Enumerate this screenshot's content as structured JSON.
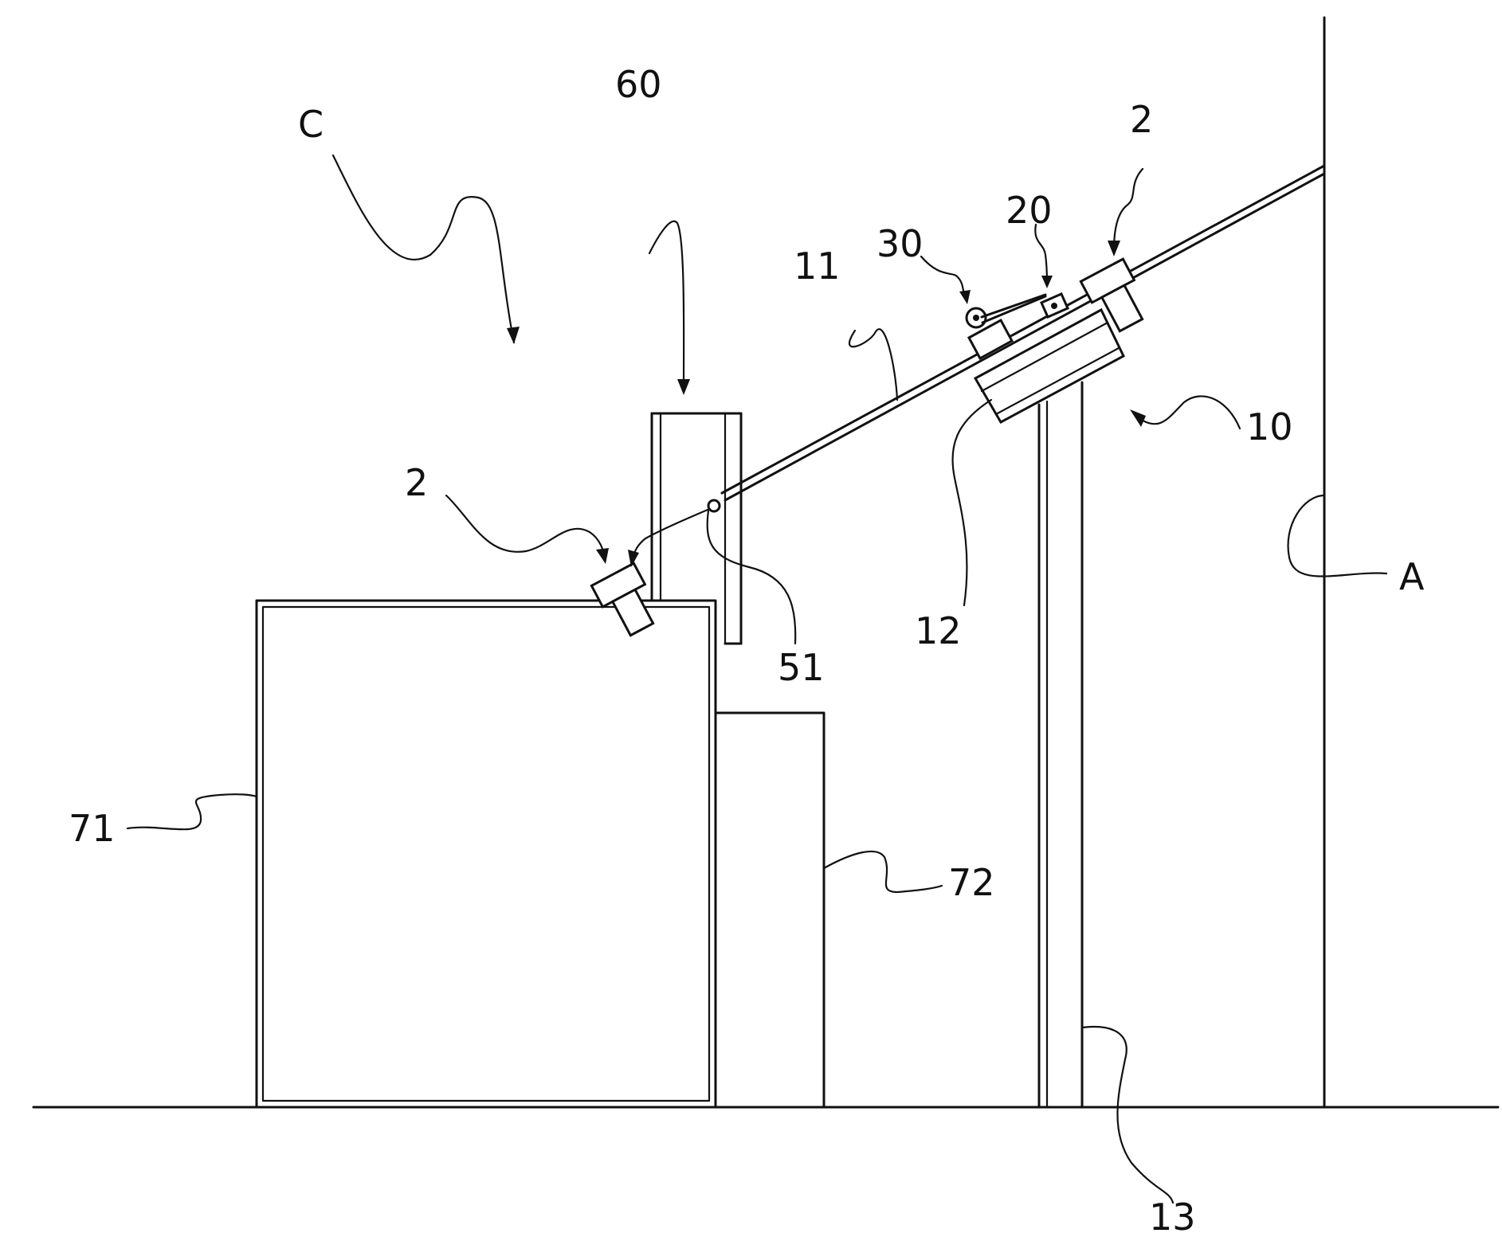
{
  "figure": {
    "type": "patent line drawing (side view)",
    "line_color": "#111111",
    "background_color": "#ffffff"
  },
  "labels": {
    "C": "C",
    "l60": "60",
    "l11": "11",
    "l30": "30",
    "l20": "20",
    "l2_top": "2",
    "l10": "10",
    "l2_left": "2",
    "A": "A",
    "l12": "12",
    "l51": "51",
    "l71": "71",
    "l72": "72",
    "l13": "13"
  }
}
